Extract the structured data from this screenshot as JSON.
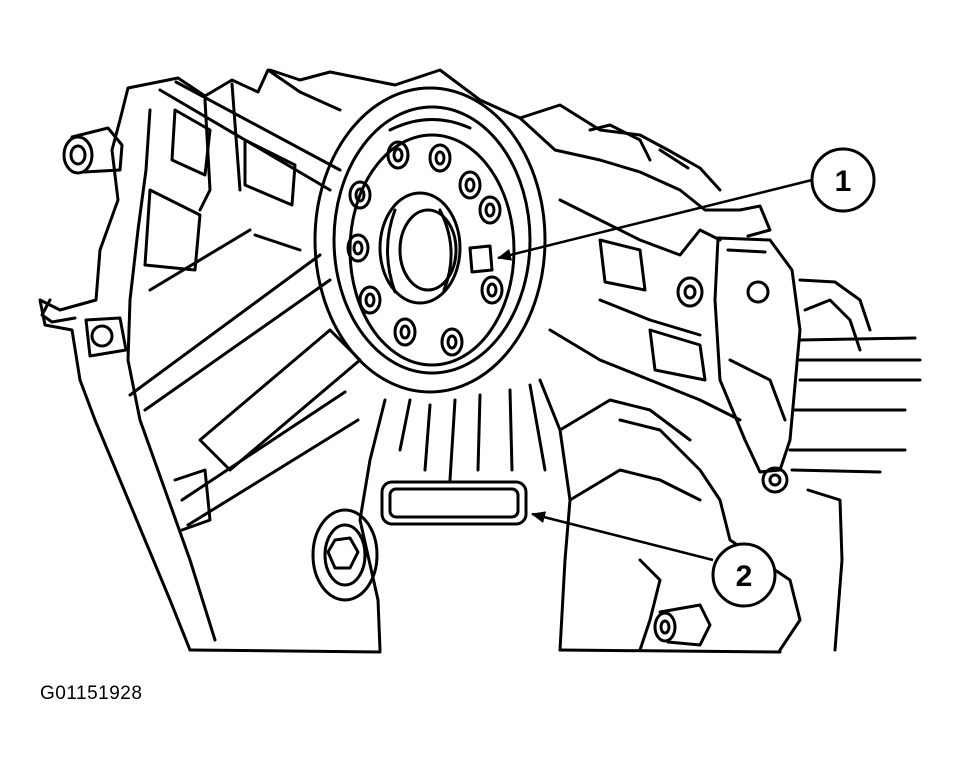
{
  "figure": {
    "id": "G01151928"
  },
  "callouts": [
    {
      "number": "1"
    },
    {
      "number": "2"
    }
  ],
  "colors": {
    "line": "#000000",
    "background": "#ffffff"
  }
}
